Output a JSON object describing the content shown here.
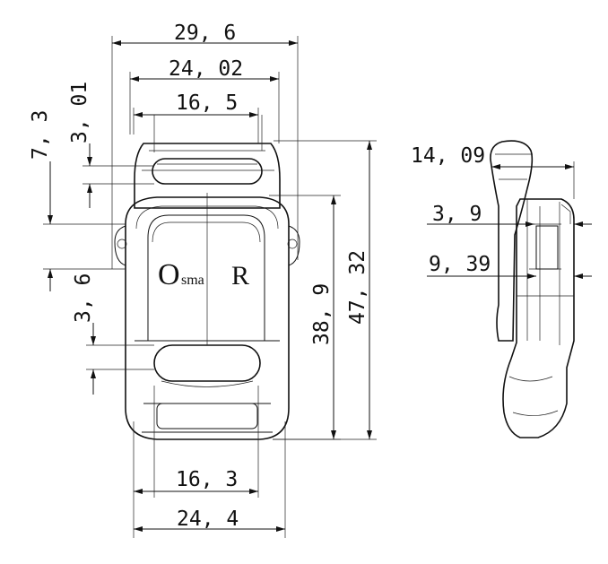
{
  "front_view": {
    "logo": {
      "big_o": "O",
      "mid": "sma",
      "big_r": "R"
    },
    "dims": {
      "overall_width": "29, 6",
      "width_inner_top": "24, 02",
      "slot_width_top": "16, 5",
      "offset_top": "3, 01",
      "offset_side": "7, 3",
      "slot_height_bottom": "3, 6",
      "body_height": "38, 9",
      "overall_height": "47, 32",
      "slot_width_bottom": "16, 3",
      "width_bottom": "24, 4"
    }
  },
  "side_view": {
    "dims": {
      "depth": "14, 09",
      "thickness_a": "3, 9",
      "thickness_b": "9, 39"
    }
  }
}
